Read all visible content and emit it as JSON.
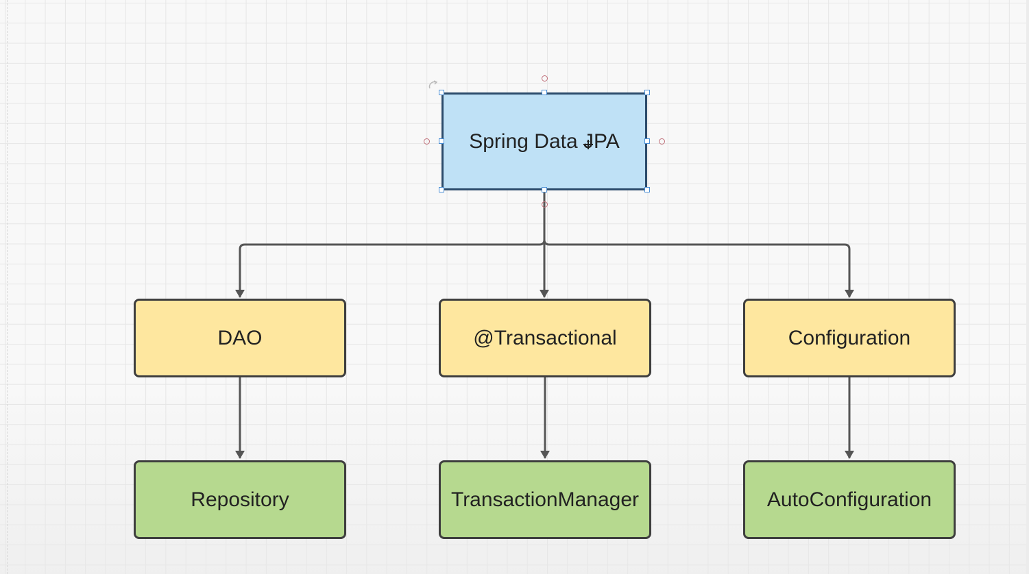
{
  "diagram": {
    "root": {
      "label": "Spring Data JPA"
    },
    "concepts": [
      {
        "label": "DAO"
      },
      {
        "label": "@Transactional"
      },
      {
        "label": "Configuration"
      }
    ],
    "implementations": [
      {
        "label": "Repository"
      },
      {
        "label": "TransactionManager"
      },
      {
        "label": "AutoConfiguration"
      }
    ]
  },
  "colors": {
    "root_fill": "#bfe1f6",
    "concept_fill": "#fee79f",
    "implementation_fill": "#b6d98f",
    "connector": "#555555",
    "selection": "#4a8fd6"
  }
}
